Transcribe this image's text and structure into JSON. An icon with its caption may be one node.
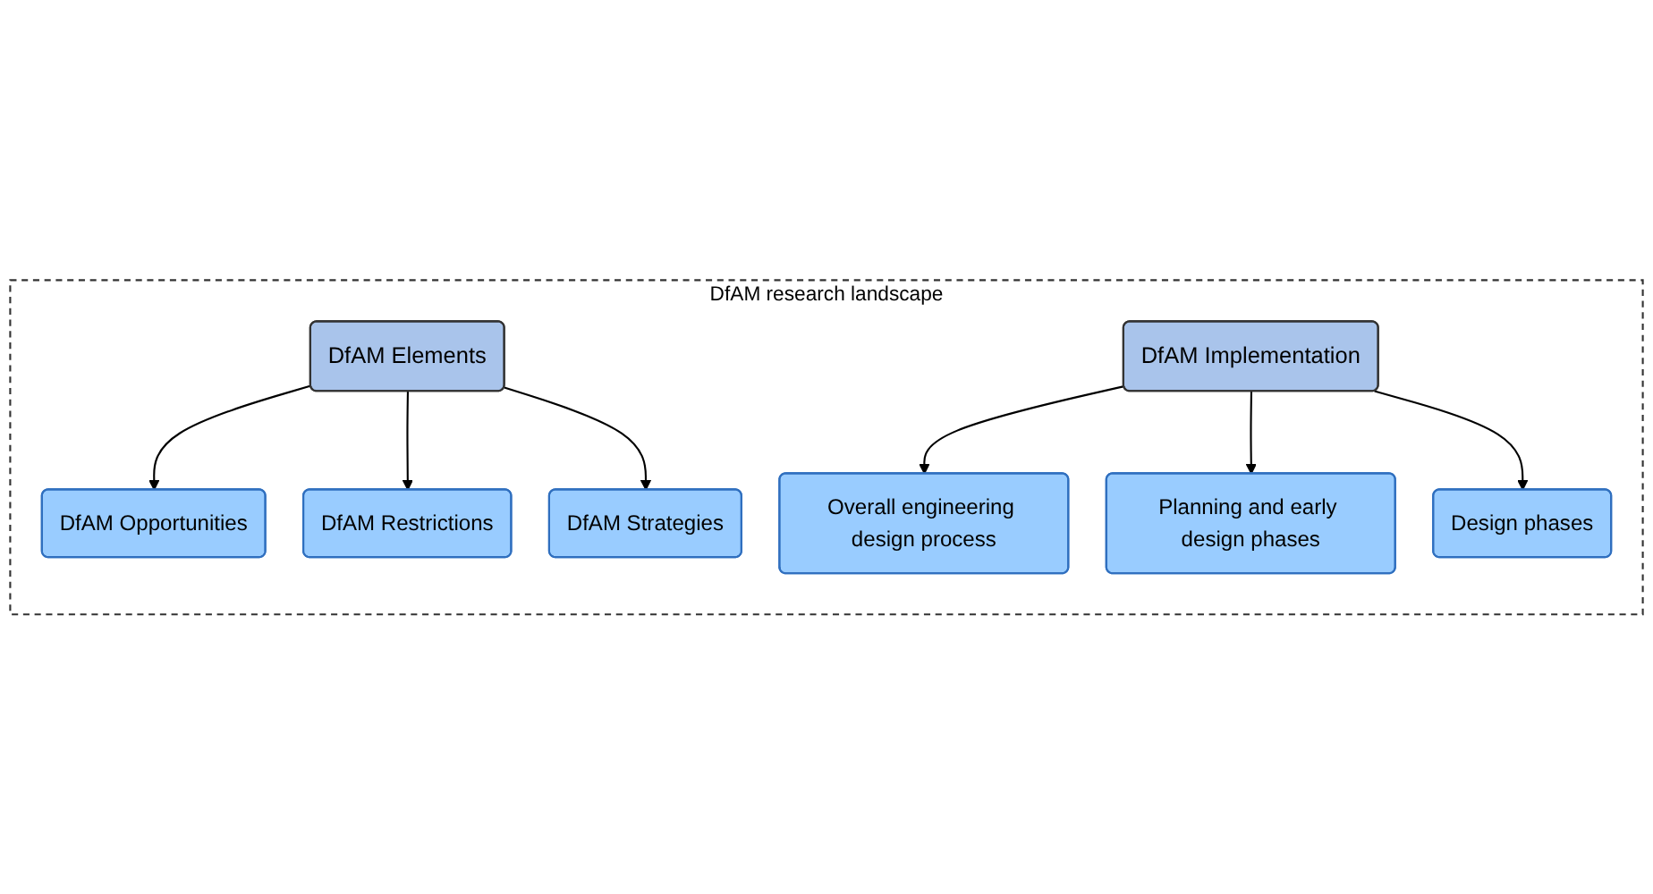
{
  "diagram": {
    "nodes": [
      {
        "text": [
          "DfAM research landscape"
        ]
      },
      {
        "text": [
          "DfAM Elements"
        ],
        "in": 0
      },
      {
        "text": [
          "DfAM Opportunities"
        ],
        "in": 0
      },
      {
        "text": [
          "DfAM Restrictions"
        ],
        "in": 0
      },
      {
        "text": [
          "DfAM Strategies"
        ],
        "in": 0
      },
      {
        "text": [
          "DfAM Implementation"
        ],
        "in": 0
      },
      {
        "text": [
          "Overall engineering design process"
        ],
        "in": 0
      },
      {
        "text": [
          "Planning and early design phases"
        ],
        "in": 0
      },
      {
        "text": [
          "Design phases"
        ],
        "in": 0
      }
    ],
    "edges": [
      {
        "from": 1,
        "to": 2,
        "arrow": "to"
      },
      {
        "from": 1,
        "to": 3,
        "arrow": "to"
      },
      {
        "from": 1,
        "to": 4,
        "arrow": "to"
      },
      {
        "from": 5,
        "to": 6,
        "arrow": "to"
      },
      {
        "from": 5,
        "to": 7,
        "arrow": "to"
      },
      {
        "from": 5,
        "to": 8,
        "arrow": "to"
      }
    ]
  }
}
